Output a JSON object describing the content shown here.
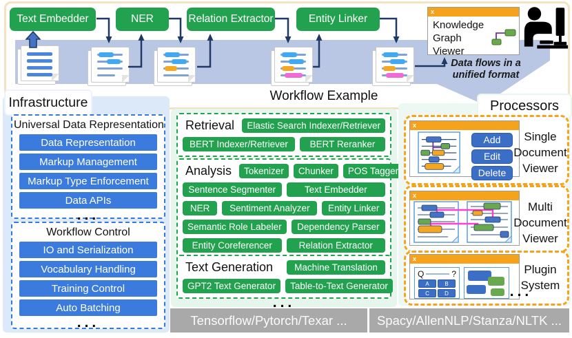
{
  "workflow": {
    "title": "Workflow Example",
    "steps": [
      "Text Embedder",
      "NER",
      "Relation Extractor",
      "Entity Linker"
    ],
    "viewer_title": "Knowledge Graph Viewer",
    "window_close": "x",
    "note": "Data flows in a unified format"
  },
  "infrastructure": {
    "label": "Infrastructure",
    "groups": [
      {
        "title": "Universal Data Representation",
        "items": [
          "Data Representation",
          "Markup Management",
          "Markup Type Enforcement",
          "Data APIs"
        ],
        "more": "..."
      },
      {
        "title": "Workflow Control",
        "items": [
          "IO and Serialization",
          "Vocabulary Handling",
          "Training Control",
          "Auto Batching"
        ],
        "more": "..."
      }
    ]
  },
  "components": {
    "retrieval": {
      "title": "Retrieval",
      "featured": "Elastic Search Indexer/Retriever",
      "row2": [
        "BERT Indexer/Retriever",
        "BERT Reranker"
      ]
    },
    "analysis": {
      "title": "Analysis",
      "rows": [
        [
          "Tokenizer",
          "Chunker",
          "POS Tagger"
        ],
        [
          "Sentence Segmenter",
          "Text Embedder"
        ],
        [
          "NER",
          "Sentiment Analyzer",
          "Entity Linker"
        ],
        [
          "Semantic Role Labeler",
          "Dependency Parser"
        ],
        [
          "Entity Coreferencer",
          "Relation Extractor"
        ]
      ]
    },
    "generation": {
      "title": "Text Generation",
      "featured": "Machine Translation",
      "row2": [
        "GPT2 Text Generator",
        "Table-to-Text Generator"
      ]
    },
    "more": "..."
  },
  "processors": {
    "label": "Processors",
    "single": {
      "label": "Single Document Viewer",
      "buttons": [
        "Add",
        "Edit",
        "Delete"
      ],
      "window_close": "x"
    },
    "multi": {
      "label": "Multi Document Viewer",
      "window_close": "x"
    },
    "plugin": {
      "label": "Plugin System",
      "window_close": "x",
      "q": "Q",
      "question_mark": "?",
      "options": [
        "A",
        "B",
        "C",
        "D"
      ],
      "more": "..."
    }
  },
  "footers": {
    "left": "Tensorflow/Pytorch/Texar ...",
    "right": "Spacy/AllenNLP/Stanza/NLTK ..."
  },
  "colors": {
    "green": "#22a24e",
    "blue_bar": "#3b7bdd",
    "navy": "#1f3864",
    "orange": "#f5a21d",
    "band": "#b9c7e4",
    "cream_border": "#f4e3c2",
    "panel_blue": "#dbe9f8",
    "panel_green": "#e7f6ec",
    "gray_bar": "#a9a9a9",
    "magenta": "#ff3dcf",
    "purple": "#7030a0"
  }
}
